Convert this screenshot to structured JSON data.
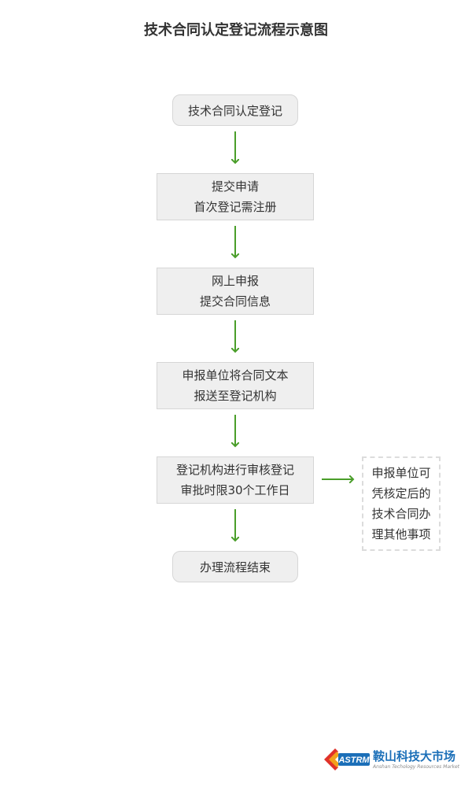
{
  "title": "技术合同认定登记流程示意图",
  "steps": {
    "start": "技术合同认定登记",
    "submit": {
      "line1": "提交申请",
      "line2": "首次登记需注册"
    },
    "online": {
      "line1": "网上申报",
      "line2": "提交合同信息"
    },
    "deliver": {
      "line1": "申报单位将合同文本",
      "line2": "报送至登记机构"
    },
    "review": {
      "line1": "登记机构进行审核登记",
      "line2": "审批时限30个工作日"
    },
    "end": "办理流程结束"
  },
  "side_note": {
    "lines": [
      "申报单位可",
      "凭核定后的",
      "技术合同办",
      "理其他事项"
    ]
  },
  "logo": {
    "name": "鞍山科技大市场",
    "subtitle": "Anshan Techology Resources Market",
    "mark_text": "ASTRM"
  },
  "colors": {
    "arrow": "#4a9e2a",
    "node_fill": "#efefef",
    "node_border": "#d6d6d6",
    "brand_blue": "#1b6fb8"
  }
}
